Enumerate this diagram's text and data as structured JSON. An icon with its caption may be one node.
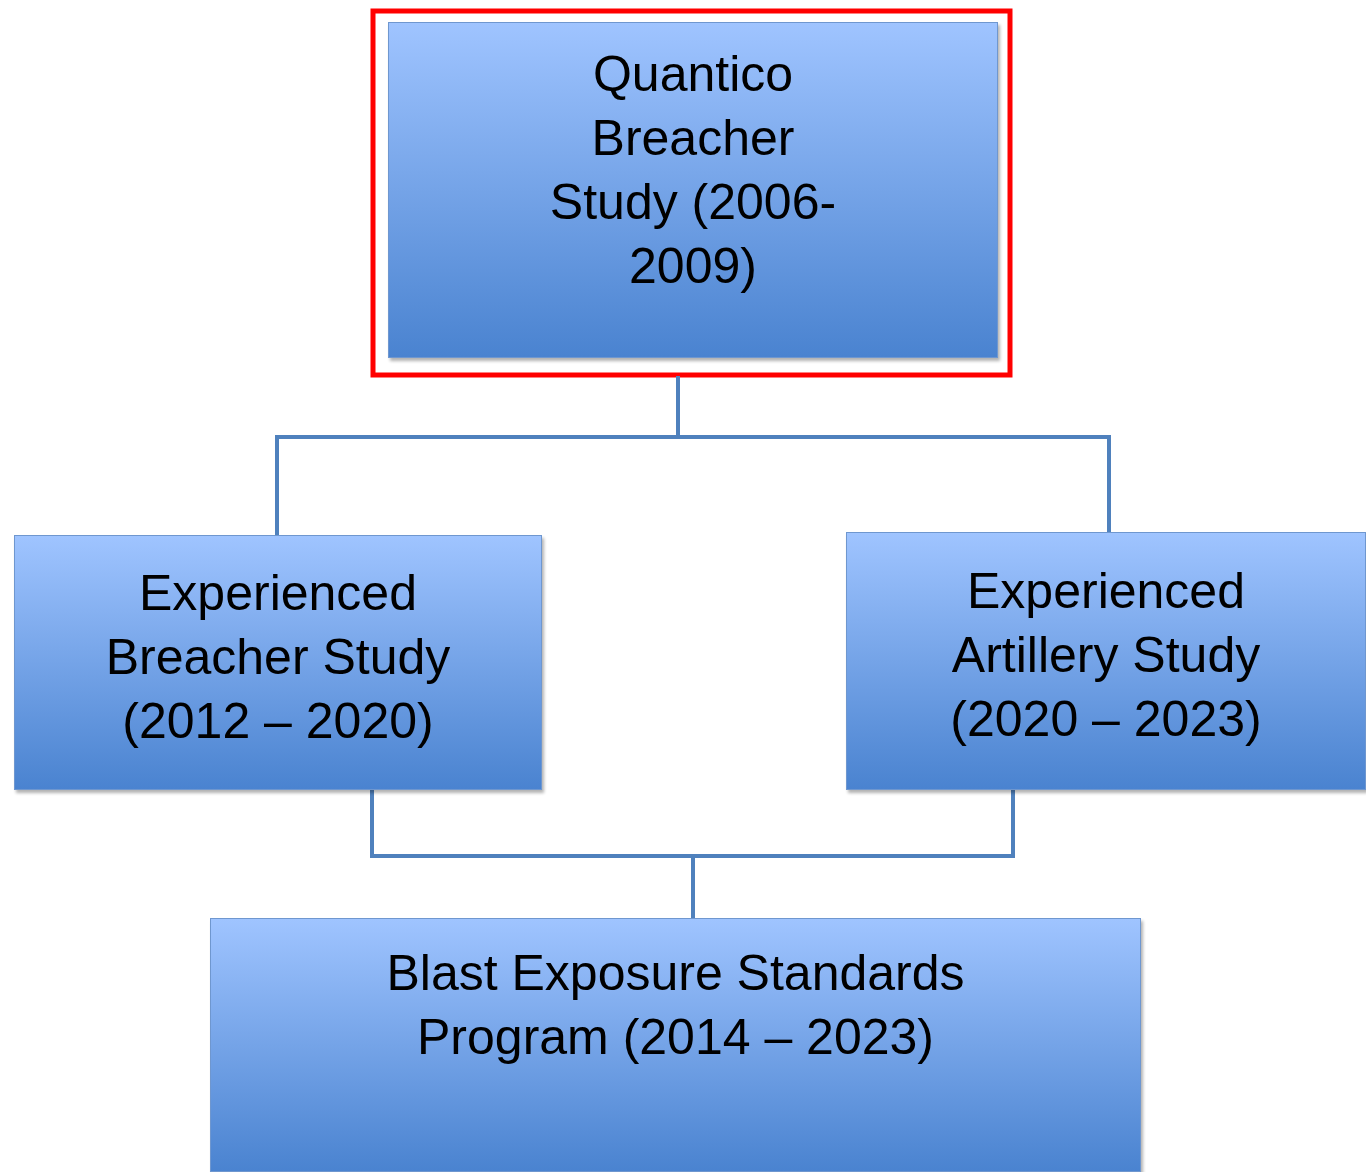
{
  "diagram": {
    "nodes": [
      {
        "text": [
          "Quantico Breacher Study (2006-2009)"
        ]
      },
      {
        "text": [
          "Experienced Breacher Study (2012 – 2020)"
        ]
      },
      {
        "text": [
          "Experienced Artillery Study (2020 – 2023)"
        ]
      },
      {
        "text": [
          "Blast Exposure Standards Program (2014 – 2023)"
        ]
      }
    ],
    "edges": [
      {
        "from": 0,
        "to": 1,
        "arrow": "none"
      },
      {
        "from": 0,
        "to": 2,
        "arrow": "none"
      },
      {
        "from": 1,
        "to": 3,
        "arrow": "none"
      },
      {
        "from": 2,
        "to": 3,
        "arrow": "none"
      }
    ]
  }
}
